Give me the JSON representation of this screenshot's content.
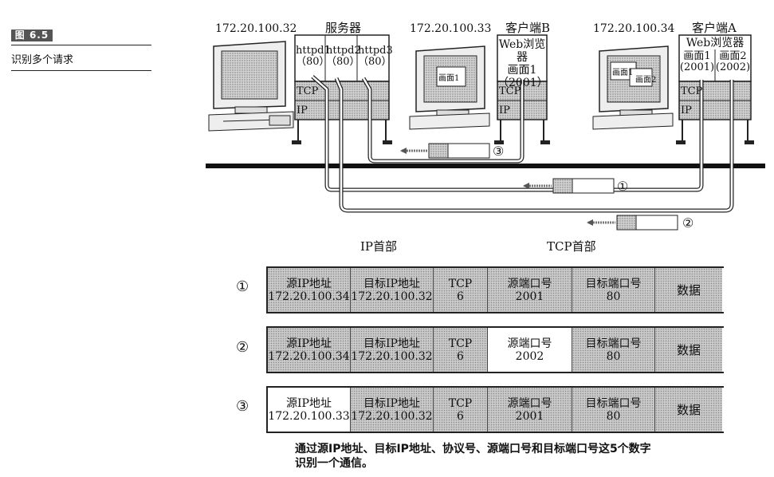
{
  "figure": {
    "tag": "图 6.5",
    "caption": "识别多个请求"
  },
  "server": {
    "ip": "172.20.100.32",
    "title": "服务器",
    "processes": [
      {
        "name": "httpd1",
        "port": "（80）"
      },
      {
        "name": "httpd2",
        "port": "（80）"
      },
      {
        "name": "httpd3",
        "port": "（80）"
      }
    ],
    "layers": [
      "TCP",
      "IP"
    ]
  },
  "client_b": {
    "ip": "172.20.100.33",
    "title": "客户端B",
    "app_line1": "Web浏览器",
    "app_line2": "画面1",
    "port": "（2001）",
    "screen_window": "画面1",
    "layers": [
      "TCP",
      "IP"
    ]
  },
  "client_a": {
    "ip": "172.20.100.34",
    "title": "客户端A",
    "app_line1": "Web浏览器",
    "screen1": "画面1",
    "screen2": "画面2",
    "port1": "(2001)",
    "port2": "(2002)",
    "screen_window1": "画面1",
    "screen_window2": "画面2",
    "layers": [
      "TCP",
      "IP"
    ]
  },
  "packet_markers": [
    "③",
    "①",
    "②"
  ],
  "header_labels": {
    "ip": "IP首部",
    "tcp": "TCP首部"
  },
  "rows": [
    {
      "no": "①",
      "src_ip_label": "源IP地址",
      "src_ip": "172.20.100.34",
      "dst_ip_label": "目标IP地址",
      "dst_ip": "172.20.100.32",
      "proto_label": "TCP",
      "proto": "6",
      "src_port_label": "源端口号",
      "src_port": "2001",
      "dst_port_label": "目标端口号",
      "dst_port": "80",
      "data": "数据"
    },
    {
      "no": "②",
      "src_ip_label": "源IP地址",
      "src_ip": "172.20.100.34",
      "dst_ip_label": "目标IP地址",
      "dst_ip": "172.20.100.32",
      "proto_label": "TCP",
      "proto": "6",
      "src_port_label": "源端口号",
      "src_port": "2002",
      "dst_port_label": "目标端口号",
      "dst_port": "80",
      "data": "数据"
    },
    {
      "no": "③",
      "src_ip_label": "源IP地址",
      "src_ip": "172.20.100.33",
      "dst_ip_label": "目标IP地址",
      "dst_ip": "172.20.100.32",
      "proto_label": "TCP",
      "proto": "6",
      "src_port_label": "源端口号",
      "src_port": "2001",
      "dst_port_label": "目标端口号",
      "dst_port": "80",
      "data": "数据"
    }
  ],
  "summary": {
    "line1": "通过源IP地址、目标IP地址、协议号、源端口号和目标端口号这5个数字",
    "line2": "识别一个通信。"
  }
}
